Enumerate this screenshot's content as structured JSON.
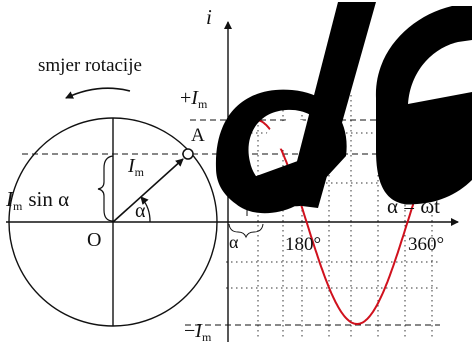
{
  "labels": {
    "rotation_direction": "smjer rotacije",
    "point_A": "A",
    "origin_O": "O",
    "alpha_angle": "α",
    "alpha_axis": "α",
    "axis_i": "i",
    "axis_alpha": "α = ωt",
    "tick_180": "180°",
    "tick_360": "360°"
  },
  "amplitude": {
    "symbol": "I",
    "subscript": "m",
    "positive_sign": "+",
    "negative_sign": "−"
  },
  "projection": {
    "symbol": "I",
    "subscript": "m",
    "func": "sin α"
  },
  "colors": {
    "sine_curve": "#d0111d",
    "watermark": "#000000",
    "lines": "#111111"
  },
  "watermark_text": "ele",
  "angle_alpha_deg": 40
}
